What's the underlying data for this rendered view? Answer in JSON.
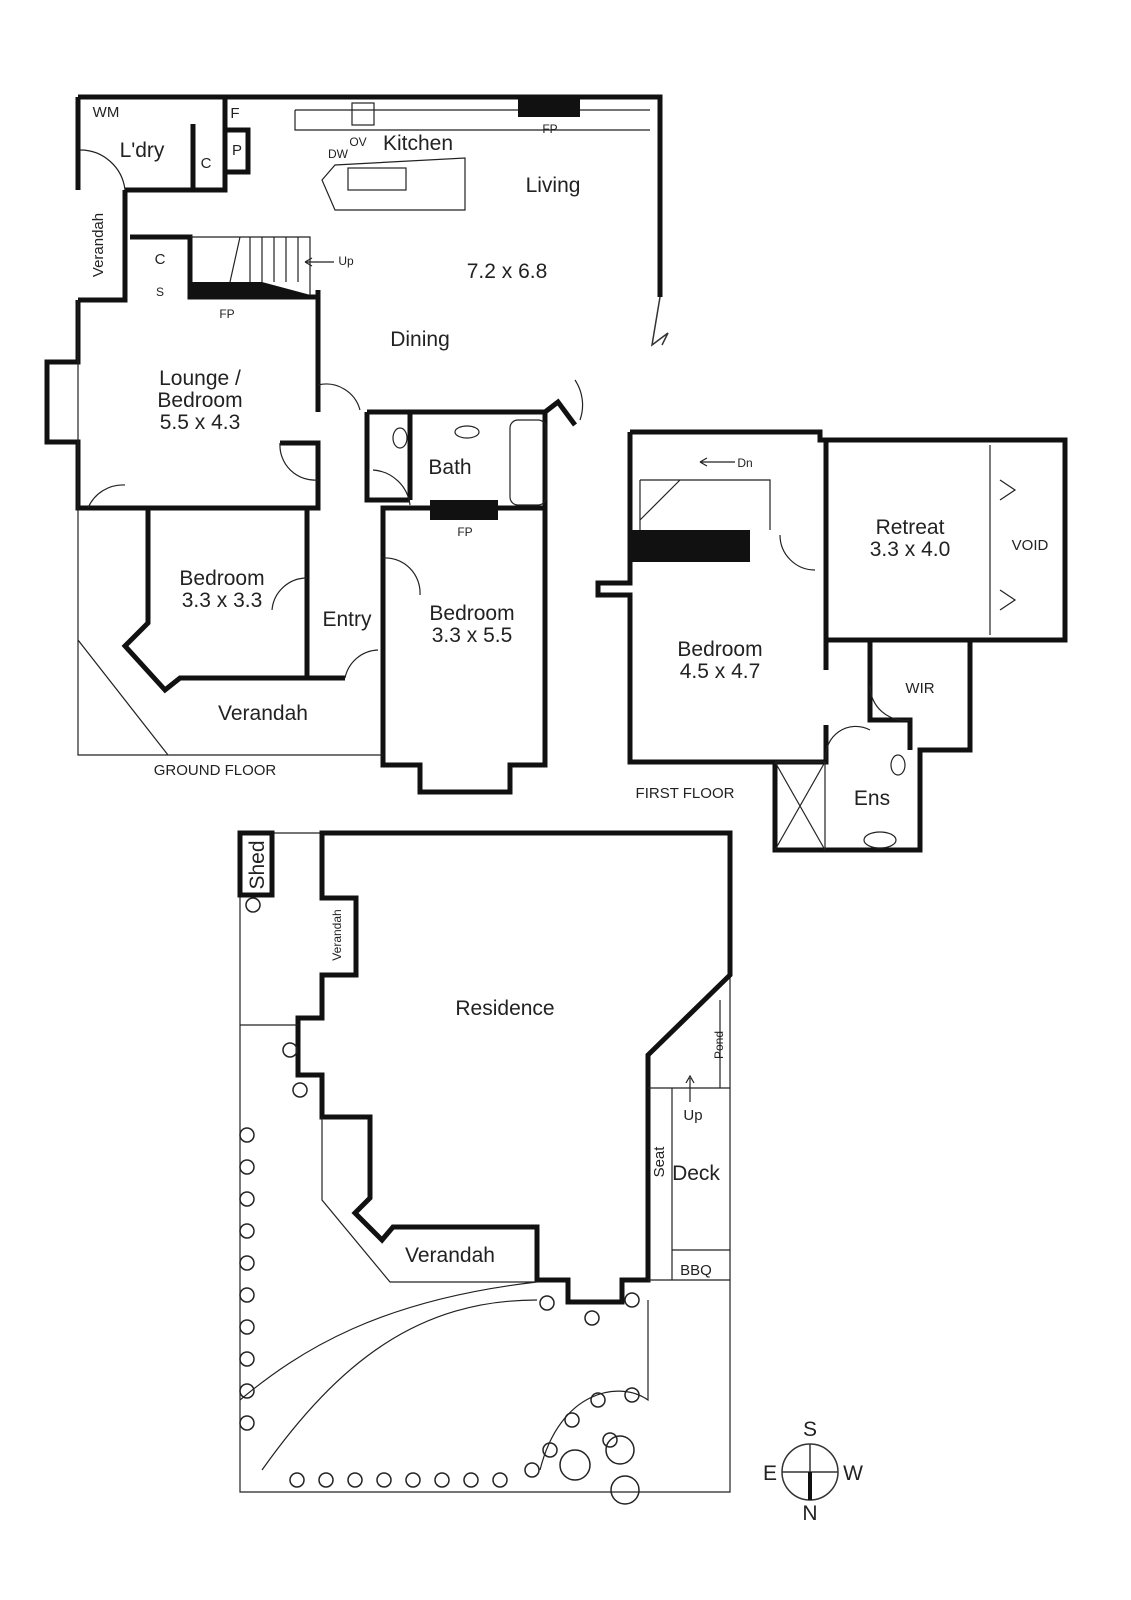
{
  "ground_floor": {
    "caption": "GROUND FLOOR",
    "rooms": {
      "wm": "WM",
      "laundry": "L'dry",
      "f": "F",
      "p": "P",
      "c1": "C",
      "c2": "C",
      "s": "S",
      "kitchen": "Kitchen",
      "dw": "DW",
      "ov": "OV",
      "living": "Living",
      "fp1": "FP",
      "living_size": "7.2 x 6.8",
      "dining": "Dining",
      "up": "Up",
      "verandah_side": "Verandah",
      "fp2": "FP",
      "lounge_l1": "Lounge /",
      "lounge_l2": "Bedroom",
      "lounge_size": "5.5 x 4.3",
      "bath": "Bath",
      "fp3": "FP",
      "bed1": "Bedroom",
      "bed1_size": "3.3 x 3.3",
      "entry": "Entry",
      "bed2": "Bedroom",
      "bed2_size": "3.3 x 5.5",
      "verandah_front": "Verandah"
    }
  },
  "first_floor": {
    "caption": "FIRST FLOOR",
    "rooms": {
      "dn": "Dn",
      "retreat": "Retreat",
      "retreat_size": "3.3 x 4.0",
      "void": "VOID",
      "bed": "Bedroom",
      "bed_size": "4.5 x 4.7",
      "wir": "WIR",
      "ens": "Ens"
    }
  },
  "site": {
    "shed": "Shed",
    "verandah_side": "Verandah",
    "residence": "Residence",
    "pond": "Pond",
    "up": "Up",
    "seat": "Seat",
    "deck": "Deck",
    "verandah": "Verandah",
    "bbq": "BBQ"
  },
  "compass": {
    "s": "S",
    "e": "E",
    "w": "W",
    "n": "N"
  }
}
